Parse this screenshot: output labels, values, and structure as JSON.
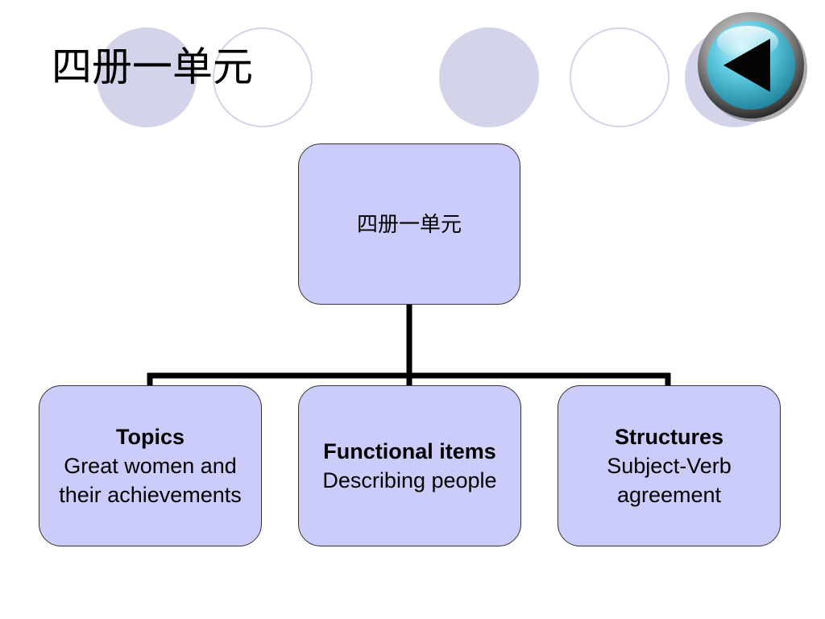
{
  "slide": {
    "title": "四册一单元"
  },
  "nav": {
    "back_icon": "triangle-left-icon"
  },
  "org_chart": {
    "root": {
      "label": "四册一单元"
    },
    "children": [
      {
        "heading": "Topics",
        "text": "Great women and their achievements"
      },
      {
        "heading": "Functional items",
        "text": "Describing people"
      },
      {
        "heading": "Structures",
        "text": "Subject-Verb agreement"
      }
    ]
  },
  "colors": {
    "node_fill": "#ccccfa",
    "decoration": "#d3d3ea",
    "connector": "#000000",
    "button_teal": "#3fb3cc"
  }
}
